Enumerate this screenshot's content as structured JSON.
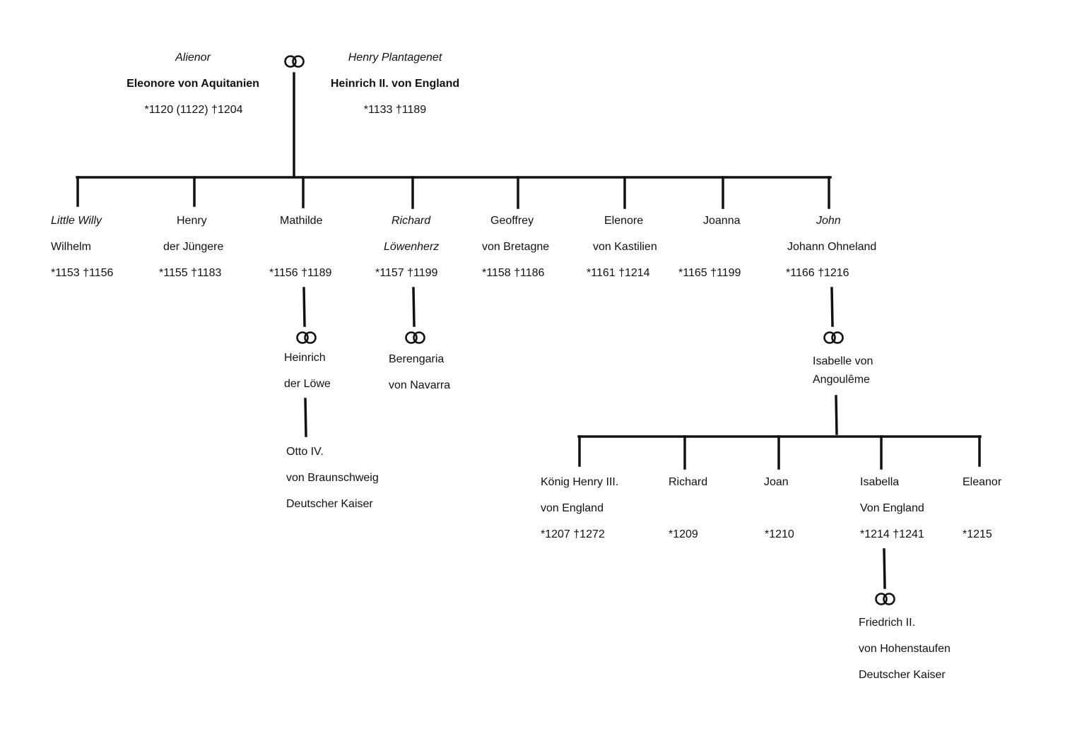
{
  "parents": {
    "mother": {
      "alias": "Alienor",
      "name": "Eleonore von Aquitanien",
      "dates": "*1120 (1122) †1204"
    },
    "father": {
      "alias": "Henry Plantagenet",
      "name": "Heinrich II. von England",
      "dates": "*1133 †1189"
    }
  },
  "children": [
    {
      "line1": "Little Willy",
      "line2": "Wilhelm",
      "dates": "*1153 †1156"
    },
    {
      "line1": "Henry",
      "line2": "der Jüngere",
      "dates": "*1155 †1183"
    },
    {
      "line1": "Mathilde",
      "line2": "",
      "dates": "*1156 †1189"
    },
    {
      "line1": "Richard",
      "line2": "Löwenherz",
      "dates": "*1157 †1199"
    },
    {
      "line1": "Geoffrey",
      "line2": "von Bretagne",
      "dates": "*1158 †1186"
    },
    {
      "line1": "Elenore",
      "line2": "von Kastilien",
      "dates": "*1161 †1214"
    },
    {
      "line1": "Joanna",
      "line2": "",
      "dates": "*1165 †1199"
    },
    {
      "line1": "John",
      "line2": "Johann Ohneland",
      "dates": "*1166 †1216"
    }
  ],
  "spouses": {
    "mathilde": {
      "line1": "Heinrich",
      "line2": "der Löwe"
    },
    "richard": {
      "line1": "Berengaria",
      "line2": "von Navarra"
    },
    "john": {
      "line1": "Isabelle von",
      "line2": "Angoulême"
    }
  },
  "mathilde_child": {
    "line1": "Otto IV.",
    "line2": "von Braunschweig",
    "line3": "Deutscher Kaiser"
  },
  "john_children": [
    {
      "line1": "König Henry III.",
      "line2": "von England",
      "dates": "*1207 †1272"
    },
    {
      "line1": "Richard",
      "line2": "",
      "dates": "*1209"
    },
    {
      "line1": "Joan",
      "line2": "",
      "dates": "*1210"
    },
    {
      "line1": "Isabella",
      "line2": "Von England",
      "dates": "*1214 †1241"
    },
    {
      "line1": "Eleanor",
      "line2": "",
      "dates": "*1215"
    }
  ],
  "isabella_spouse": {
    "line1": "Friedrich II.",
    "line2": "von Hohenstaufen",
    "line3": "Deutscher Kaiser"
  }
}
